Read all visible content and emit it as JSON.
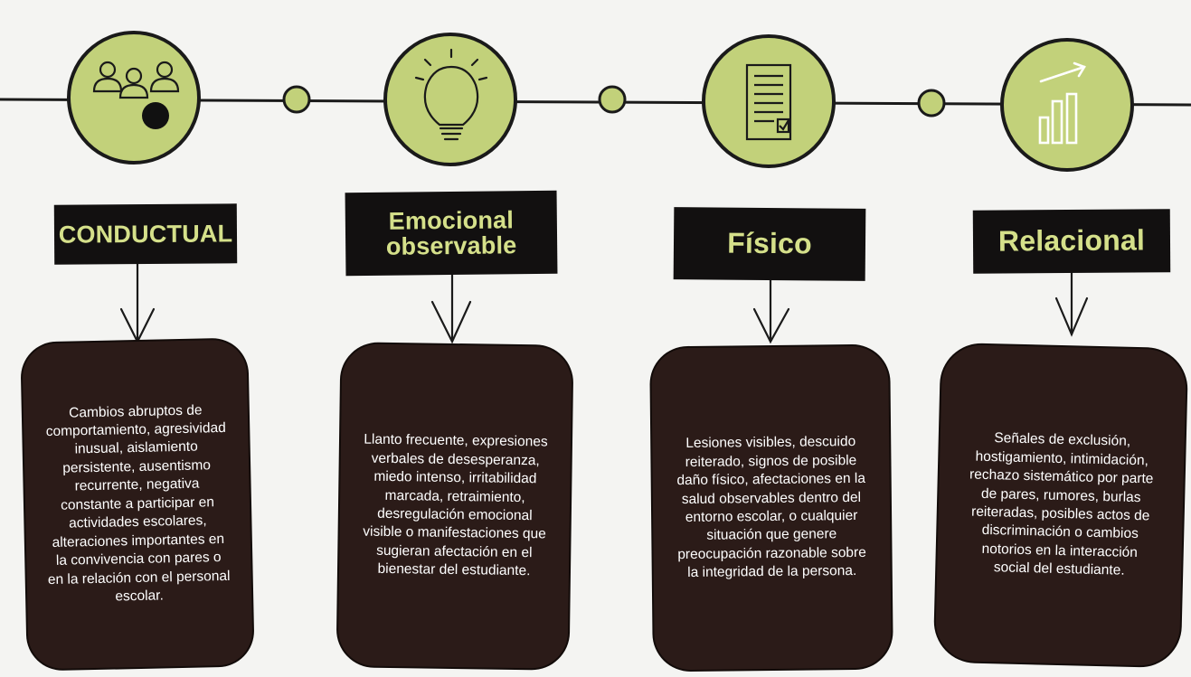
{
  "colors": {
    "accent_green": "#c2d17a",
    "line": "#1a1a1a",
    "label_bg": "#121010",
    "label_text": "#d5e08a",
    "card_bg": "#2b1b18",
    "card_text": "#ffffff",
    "background": "#f4f4f2"
  },
  "stages": [
    {
      "icon": "people-icon",
      "label": "CONDUCTUAL",
      "text": "Cambios abruptos de comportamiento, agresividad inusual, aislamiento persistente, ausentismo recurrente, negativa constante a participar en actividades escolares, alteraciones importantes en la convivencia con pares o en la relación con el personal escolar."
    },
    {
      "icon": "lightbulb-icon",
      "label": "Emocional observable",
      "text": "Llanto frecuente, expresiones verbales de desesperanza, miedo intenso, irritabilidad marcada, retraimiento, desregulación emocional visible o manifestaciones que sugieran afectación en el bienestar del estudiante."
    },
    {
      "icon": "document-checklist-icon",
      "label": "Físico",
      "text": "Lesiones visibles, descuido reiterado, signos de posible daño físico, afectaciones en la salud observables dentro del entorno escolar, o cualquier situación que genere preocupación razonable sobre la integridad de la persona."
    },
    {
      "icon": "bar-chart-growth-icon",
      "label": "Relacional",
      "text": "Señales de exclusión, hostigamiento, intimidación, rechazo sistemático por parte de pares, rumores, burlas reiteradas, posibles actos de discriminación o cambios notorios en la interacción social del estudiante."
    }
  ]
}
